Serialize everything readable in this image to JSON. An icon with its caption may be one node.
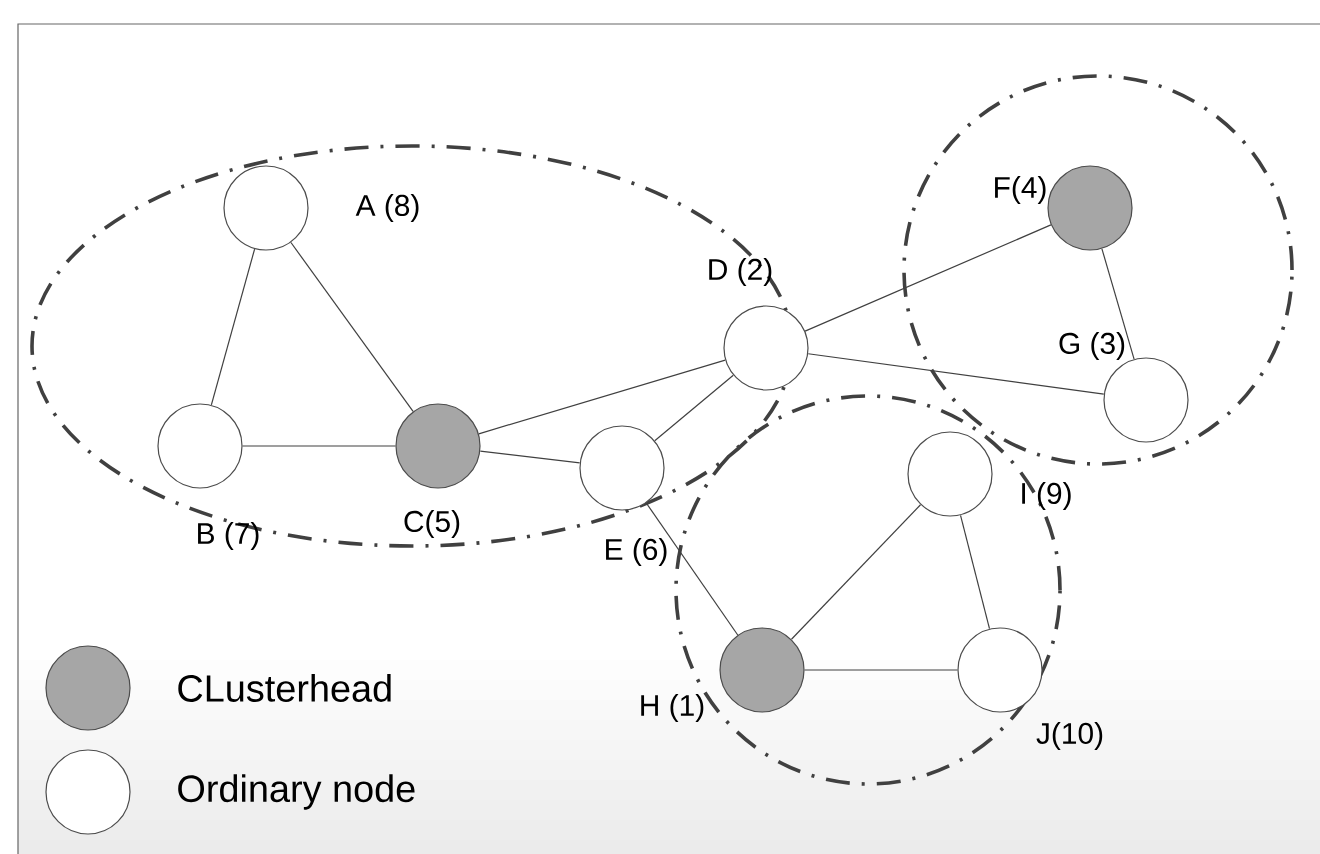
{
  "diagram": {
    "nodes": [
      {
        "text": [],
        "shape": "circle",
        "beside": [
          "A (8)"
        ]
      },
      {
        "text": [],
        "shape": "circle",
        "beside": [
          "B (7)"
        ]
      },
      {
        "text": [],
        "shape": "circle",
        "beside": [
          "C(5)"
        ]
      },
      {
        "text": [],
        "shape": "circle",
        "beside": [
          "D (2)"
        ]
      },
      {
        "text": [],
        "shape": "circle",
        "beside": [
          "E (6)"
        ]
      },
      {
        "text": [],
        "shape": "circle",
        "beside": [
          "F(4)"
        ]
      },
      {
        "text": [],
        "shape": "circle",
        "beside": [
          "G (3)"
        ]
      },
      {
        "text": [],
        "shape": "circle",
        "beside": [
          "H (1)"
        ]
      },
      {
        "text": [],
        "shape": "circle",
        "beside": [
          "I (9)"
        ]
      },
      {
        "text": [],
        "shape": "circle",
        "beside": [
          "J(10)"
        ]
      }
    ],
    "edges": [
      {
        "from": 0,
        "to": 1,
        "arrow": "none"
      },
      {
        "from": 0,
        "to": 2,
        "arrow": "none"
      },
      {
        "from": 1,
        "to": 2,
        "arrow": "none"
      },
      {
        "from": 2,
        "to": 3,
        "arrow": "none"
      },
      {
        "from": 2,
        "to": 4,
        "arrow": "none"
      },
      {
        "from": 4,
        "to": 3,
        "arrow": "none"
      },
      {
        "from": 3,
        "to": 5,
        "arrow": "none"
      },
      {
        "from": 3,
        "to": 6,
        "arrow": "none"
      },
      {
        "from": 5,
        "to": 6,
        "arrow": "none"
      },
      {
        "from": 4,
        "to": 7,
        "arrow": "none"
      },
      {
        "from": 7,
        "to": 8,
        "arrow": "none"
      },
      {
        "from": 8,
        "to": 9,
        "arrow": "none"
      },
      {
        "from": 7,
        "to": 9,
        "arrow": "none"
      }
    ],
    "legend": [
      {
        "text": "CLusterhead",
        "color": "#a6a6a6"
      },
      {
        "text": "Ordinary node",
        "color": "#ffffff"
      }
    ]
  }
}
